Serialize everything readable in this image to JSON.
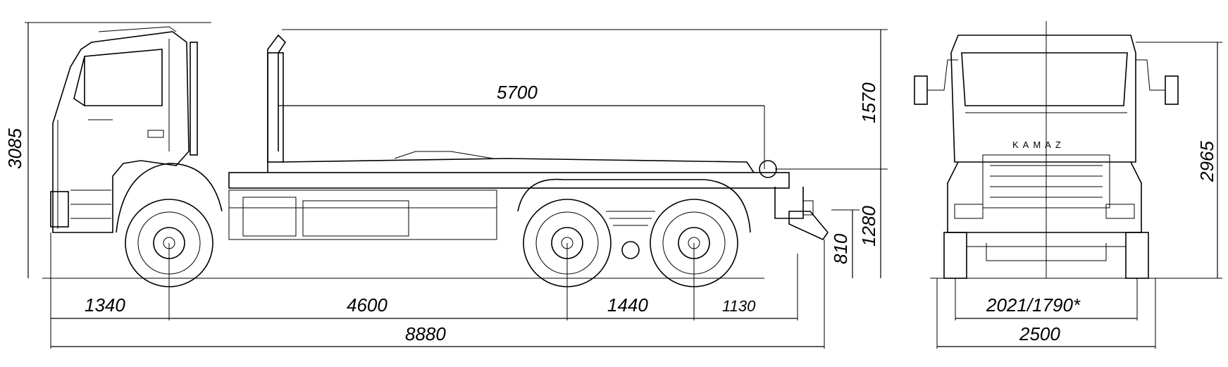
{
  "dimensions": {
    "overall_height": "3085",
    "wheelbase_front_overhang": "1340",
    "wheelbase_1": "4600",
    "wheelbase_2": "1440",
    "rear_overhang": "1130",
    "overall_length": "8880",
    "hook_reach": "5700",
    "hook_above_frame": "1570",
    "frame_height": "1280",
    "coupling_height": "810",
    "front_height": "2965",
    "track_width": "2021/1790*",
    "overall_width": "2500"
  },
  "branding": {
    "grille_logo": "KAMAZ"
  }
}
